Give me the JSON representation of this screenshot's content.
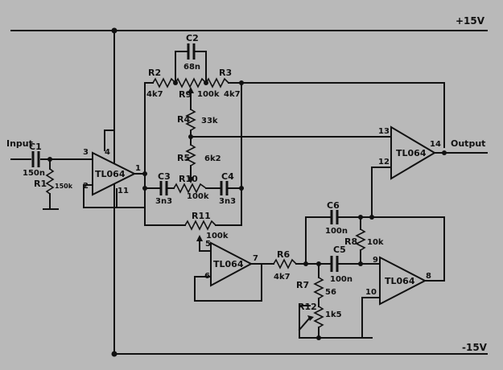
{
  "rails": {
    "positive": "+15V",
    "negative": "-15V"
  },
  "io": {
    "input": "Input",
    "output": "Output"
  },
  "opamps": [
    {
      "type": "TL064",
      "pins": [
        "3",
        "2",
        "4",
        "11",
        "1"
      ]
    },
    {
      "type": "TL064",
      "pins": [
        "5",
        "6",
        "7"
      ]
    },
    {
      "type": "TL064",
      "pins": [
        "13",
        "12",
        "14"
      ]
    },
    {
      "type": "TL064",
      "pins": [
        "9",
        "10",
        "8"
      ]
    }
  ],
  "resistors": [
    {
      "ref": "R1",
      "value": "150k"
    },
    {
      "ref": "R2",
      "value": "4k7"
    },
    {
      "ref": "R3",
      "value": "4k7"
    },
    {
      "ref": "R4",
      "value": "33k"
    },
    {
      "ref": "R5",
      "value": "6k2"
    },
    {
      "ref": "R6",
      "value": "4k7"
    },
    {
      "ref": "R7",
      "value": "56"
    },
    {
      "ref": "R8",
      "value": "10k"
    },
    {
      "ref": "R9",
      "value": "100k"
    },
    {
      "ref": "R10",
      "value": "100k"
    },
    {
      "ref": "R11",
      "value": "100k"
    },
    {
      "ref": "R12",
      "value": "1k5"
    }
  ],
  "capacitors": [
    {
      "ref": "C1",
      "value": "150n"
    },
    {
      "ref": "C2",
      "value": "68n"
    },
    {
      "ref": "C3",
      "value": "3n3"
    },
    {
      "ref": "C4",
      "value": "3n3"
    },
    {
      "ref": "C5",
      "value": "100n"
    },
    {
      "ref": "C6",
      "value": "100n"
    }
  ]
}
